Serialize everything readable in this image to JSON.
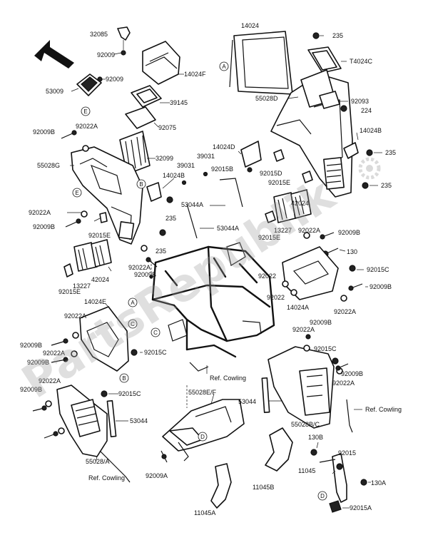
{
  "labels": {
    "l_32085": "32085",
    "l_92009_top": "92009",
    "l_14024F": "14024F",
    "l_92009_b": "92009",
    "l_53009": "53009",
    "l_39145": "39145",
    "l_92075": "92075",
    "l_92009B_1": "92009B",
    "l_92022A_1": "92022A",
    "l_32099": "32099",
    "l_55028G": "55028G",
    "l_14024B_l": "14024B",
    "l_39031_a": "39031",
    "l_39031_b": "39031",
    "l_92022A_2": "92022A",
    "l_92009B_2": "92009B",
    "l_92015E_1": "92015E",
    "l_235_l1": "235",
    "l_235_l2": "235",
    "l_92022A_3": "92022A",
    "l_92009B_3": "92009B",
    "l_42024_l": "42024",
    "l_13227_l": "13227",
    "l_92015E_2": "92015E",
    "l_14024": "14024",
    "l_235_t": "235",
    "l_T4024C": "T4024C",
    "l_55028D": "55028D",
    "l_92093": "92093",
    "l_224": "224",
    "l_14024B_r": "14024B",
    "l_14024D": "14024D",
    "l_92015B": "92015B",
    "l_92015D": "92015D",
    "l_92015E_3": "92015E",
    "l_235_r1": "235",
    "l_235_r2": "235",
    "l_53044A_1": "53044A",
    "l_53044A_2": "53044A",
    "l_42024_r": "42024",
    "l_13227_r": "13227",
    "l_92022A_4": "92022A",
    "l_92015E_4": "92015E",
    "l_92009B_4": "92009B",
    "l_130": "130",
    "l_92015C_1": "92015C",
    "l_92022_1": "92022",
    "l_92022_2": "92022",
    "l_14024A": "14024A",
    "l_92009B_5": "92009B",
    "l_92022A_5": "92022A",
    "l_14024E": "14024E",
    "l_92022A_6": "92022A",
    "l_92009B_6": "92009B",
    "l_92022A_7": "92022A",
    "l_92009B_7": "92009B",
    "l_92015C_2": "92015C",
    "l_92009B_8": "92009B",
    "l_92022A_8": "92022A",
    "l_92015C_3": "92015C",
    "l_92009B_9": "92009B",
    "l_92022A_9": "92022A",
    "l_92015C_4": "92015C",
    "l_92009B_10": "92009B",
    "l_92022A_10": "92022A",
    "l_ref_cowling_c": "Ref. Cowling",
    "l_55028EF": "55028E/F",
    "l_53044_c": "53044",
    "l_53044_l": "53044",
    "l_55028BC": "55028B/C",
    "l_ref_cowling_r": "Ref. Cowling",
    "l_92009A": "92009A",
    "l_55028A": "55028/A",
    "l_ref_cowling_l": "Ref. Cowling",
    "l_130B": "130B",
    "l_92015": "92015",
    "l_11045": "11045",
    "l_11045B": "11045B",
    "l_130A": "130A",
    "l_11045A": "11045A",
    "l_92015A": "92015A"
  },
  "callouts": {
    "A": "A",
    "B": "B",
    "C": "C",
    "D": "D",
    "E": "E"
  },
  "watermark": "PartsRepublik"
}
